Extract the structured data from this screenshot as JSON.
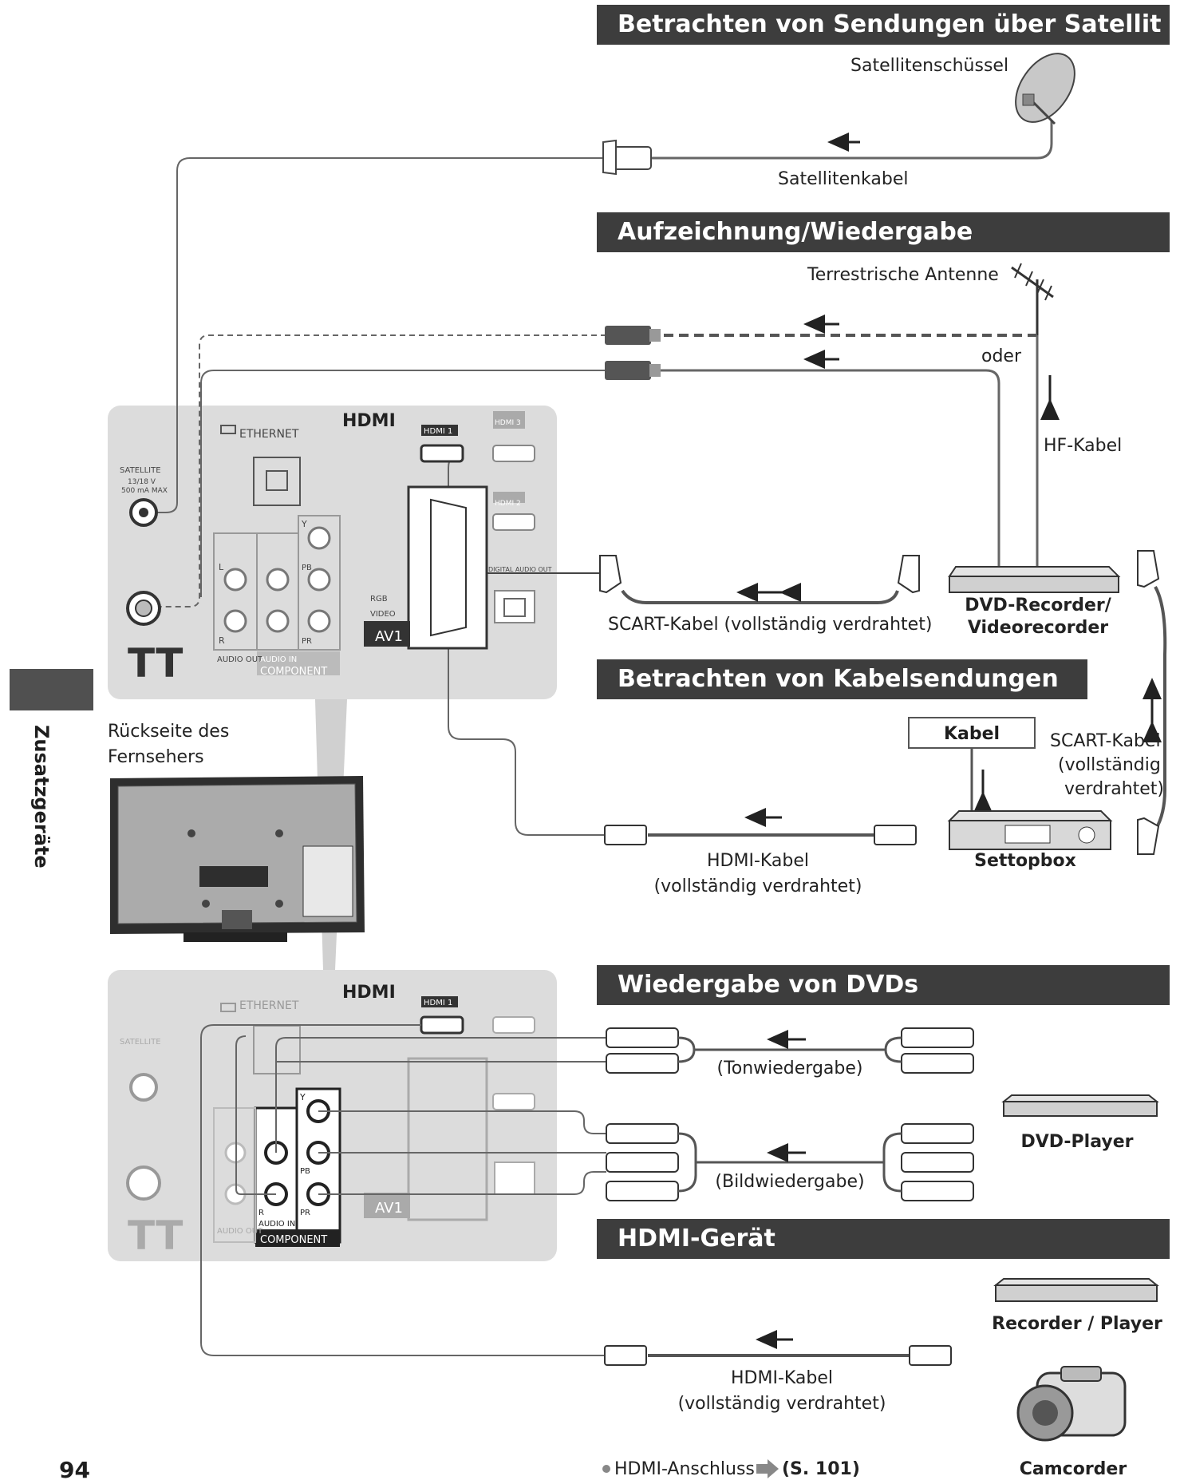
{
  "sections": {
    "satellite": "Betrachten von Sendungen über Satellit",
    "recording": "Aufzeichnung/Wiedergabe",
    "cable": "Betrachten von Kabelsendungen",
    "dvd": "Wiedergabe von DVDs",
    "hdmi": "HDMI-Gerät"
  },
  "labels": {
    "dish": "Satellitenschüssel",
    "sat_cable": "Satellitenkabel",
    "antenna": "Terrestrische Antenne",
    "oder": "oder",
    "rf_cable": "HF-Kabel",
    "dvd_recorder_1": "DVD-Recorder/",
    "dvd_recorder_2": "Videorecorder",
    "scart_full": "SCART-Kabel (vollständig verdrahtet)",
    "kabel": "Kabel",
    "scart2_1": "SCART-Kabel",
    "scart2_2": "(vollständig",
    "scart2_3": "verdrahtet)",
    "settop": "Settopbox",
    "hdmi_cable_1": "HDMI-Kabel",
    "hdmi_cable_2": "(vollständig verdrahtet)",
    "tv_back_1": "Rückseite des",
    "tv_back_2": "Fernsehers",
    "audio_play": "(Tonwiedergabe)",
    "video_play": "(Bildwiedergabe)",
    "dvd_player": "DVD-Player",
    "recorder_player": "Recorder / Player",
    "hdmi2_cable_1": "HDMI-Kabel",
    "hdmi2_cable_2": "(vollständig verdrahtet)",
    "camcorder": "Camcorder",
    "hdmi_ref_text": "HDMI-Anschluss",
    "hdmi_ref_page": "(S. 101)"
  },
  "panel": {
    "ethernet": "ETHERNET",
    "hdmi_logo": "HDMI",
    "hdmi1": "HDMI 1",
    "hdmi2": "HDMI 2",
    "hdmi3": "HDMI 3",
    "satellite": "SATELLITE",
    "sat_spec_1": "13/18 V",
    "sat_spec_2": "500 mA MAX",
    "rgb": "RGB",
    "video": "VIDEO",
    "av1": "AV1",
    "audio_out": "AUDIO OUT",
    "audio_in": "AUDIO IN",
    "component": "COMPONENT",
    "digital_audio": "DIGITAL AUDIO OUT",
    "port_l": "L",
    "port_r": "R",
    "port_y": "Y",
    "port_pb": "PB",
    "port_pr": "PR"
  },
  "side_label": "Zusatzgeräte",
  "page_number": "94"
}
